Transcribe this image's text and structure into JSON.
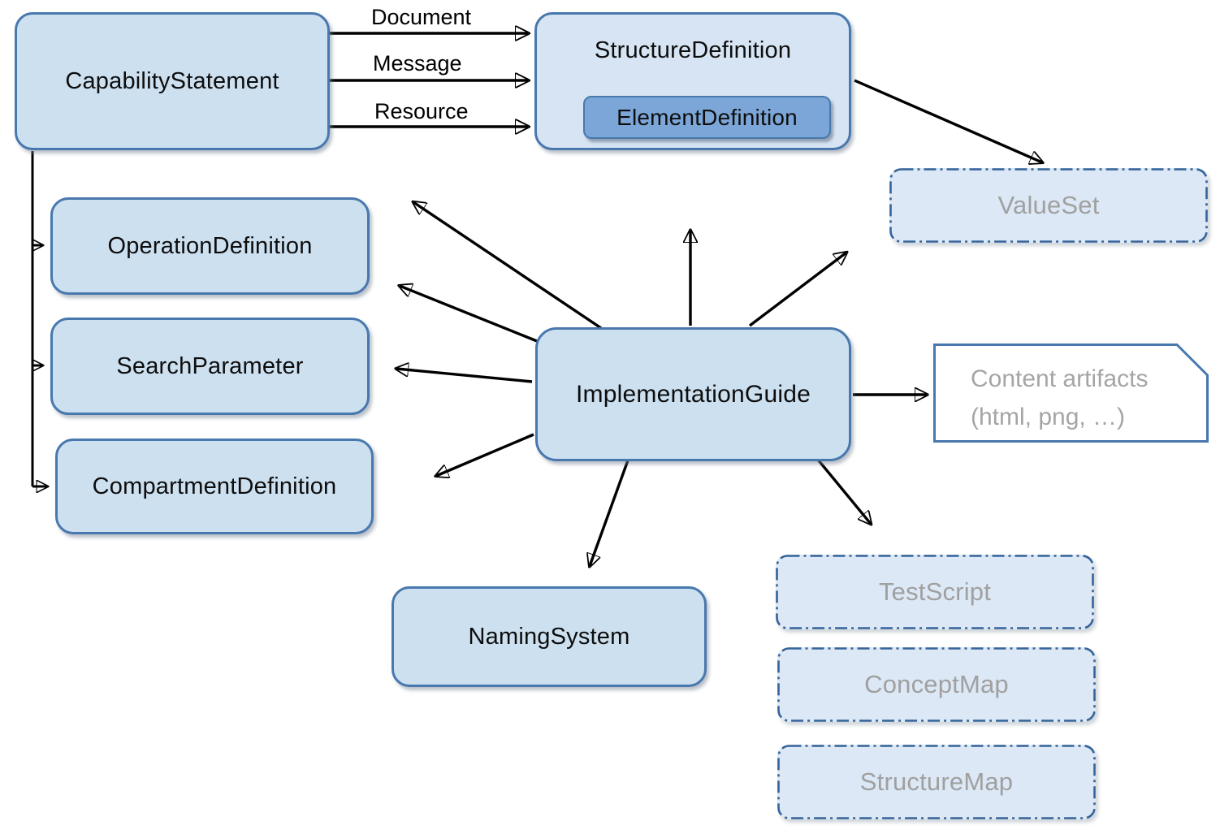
{
  "nodes": {
    "capability_statement": {
      "label": "CapabilityStatement"
    },
    "structure_definition": {
      "label": "StructureDefinition"
    },
    "element_definition": {
      "label": "ElementDefinition"
    },
    "value_set": {
      "label": "ValueSet"
    },
    "operation_definition": {
      "label": "OperationDefinition"
    },
    "search_parameter": {
      "label": "SearchParameter"
    },
    "compartment_definition": {
      "label": "CompartmentDefinition"
    },
    "implementation_guide": {
      "label": "ImplementationGuide"
    },
    "content_artifacts": {
      "line1": "Content artifacts",
      "line2": "(html, png, …)"
    },
    "naming_system": {
      "label": "NamingSystem"
    },
    "test_script": {
      "label": "TestScript"
    },
    "concept_map": {
      "label": "ConceptMap"
    },
    "structure_map": {
      "label": "StructureMap"
    }
  },
  "edges": {
    "document": "Document",
    "message": "Message",
    "resource": "Resource"
  },
  "colors": {
    "node_fill": "#cde0f0",
    "node_fill_light": "#d6e4f3",
    "nested_fill": "#7ba6d7",
    "dashed_fill": "#dce8f5",
    "border_blue": "#4878ad",
    "dash_border": "#35639a",
    "muted_text": "#a0a0a0",
    "arrow_black": "#000000"
  }
}
